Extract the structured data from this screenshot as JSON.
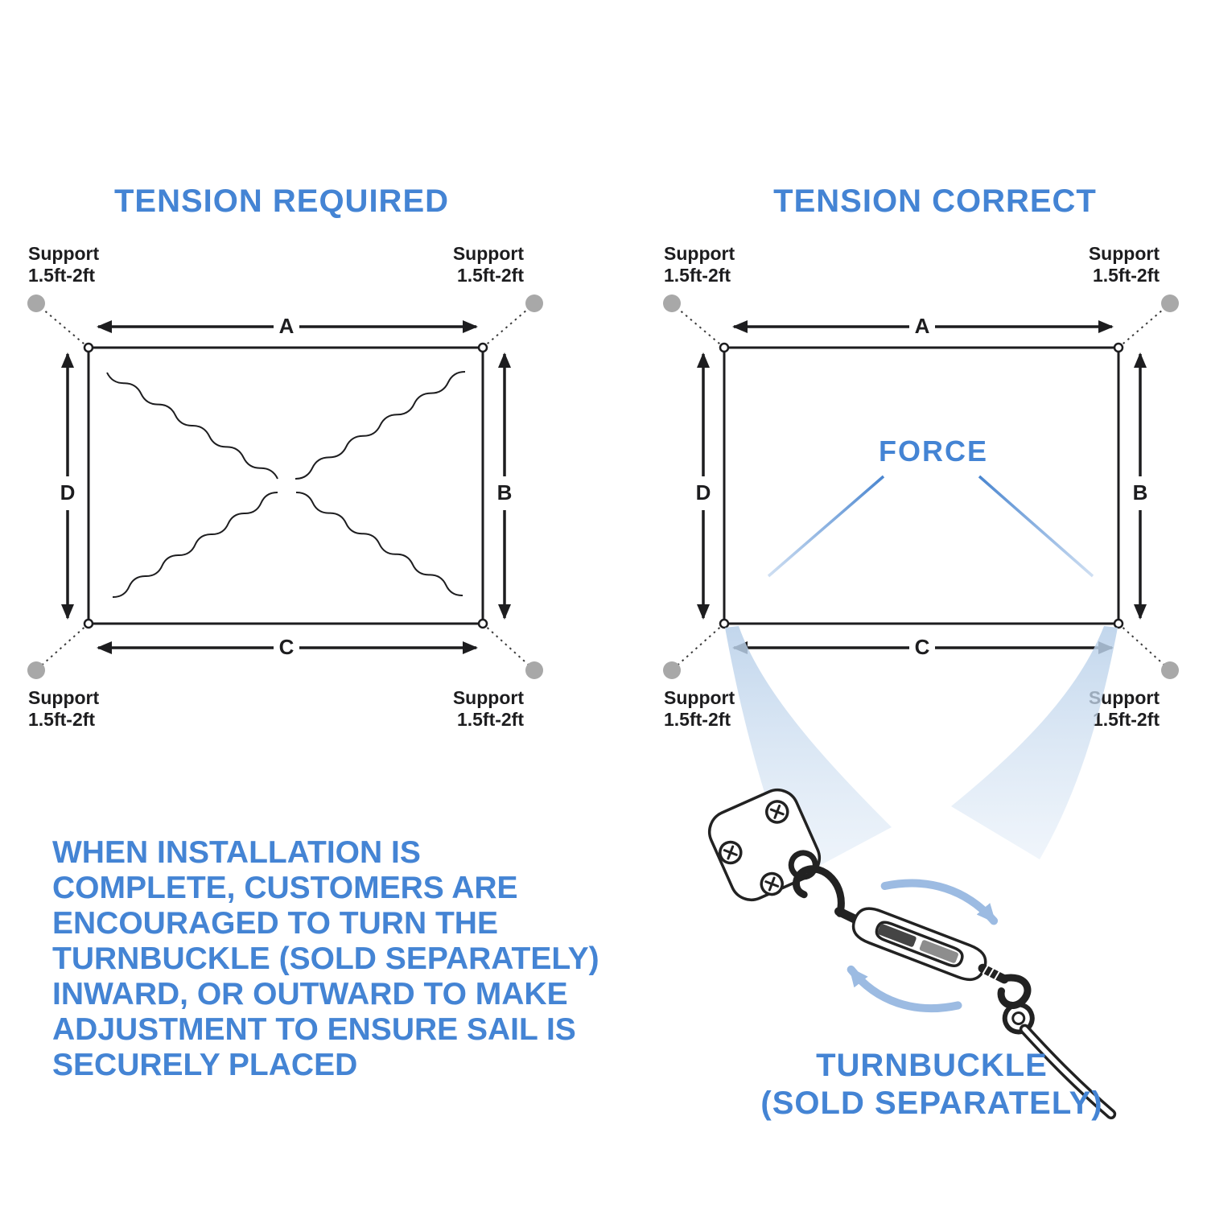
{
  "colors": {
    "accent_blue": "#4484d4",
    "line_black": "#1d1d1f",
    "support_dot_gray": "#a8a8a8",
    "beam_light_blue": "#c4d7ec",
    "force_line_blue": "#4a86d0"
  },
  "left_panel": {
    "title": "TENSION REQUIRED"
  },
  "right_panel": {
    "title": "TENSION CORRECT",
    "force_label": "FORCE"
  },
  "support_label": {
    "line1": "Support",
    "line2": "1.5ft-2ft"
  },
  "edges": {
    "top": "A",
    "right": "B",
    "bottom": "C",
    "left": "D"
  },
  "note": {
    "lines": [
      "WHEN INSTALLATION IS",
      "COMPLETE, CUSTOMERS ARE",
      "ENCOURAGED TO TURN THE",
      "TURNBUCKLE (SOLD SEPARATELY)",
      "INWARD, OR OUTWARD TO MAKE",
      "ADJUSTMENT TO ENSURE SAIL IS",
      "SECURELY PLACED"
    ]
  },
  "turnbuckle_caption": {
    "line1": "TURNBUCKLE",
    "line2": "(SOLD SEPARATELY)"
  }
}
